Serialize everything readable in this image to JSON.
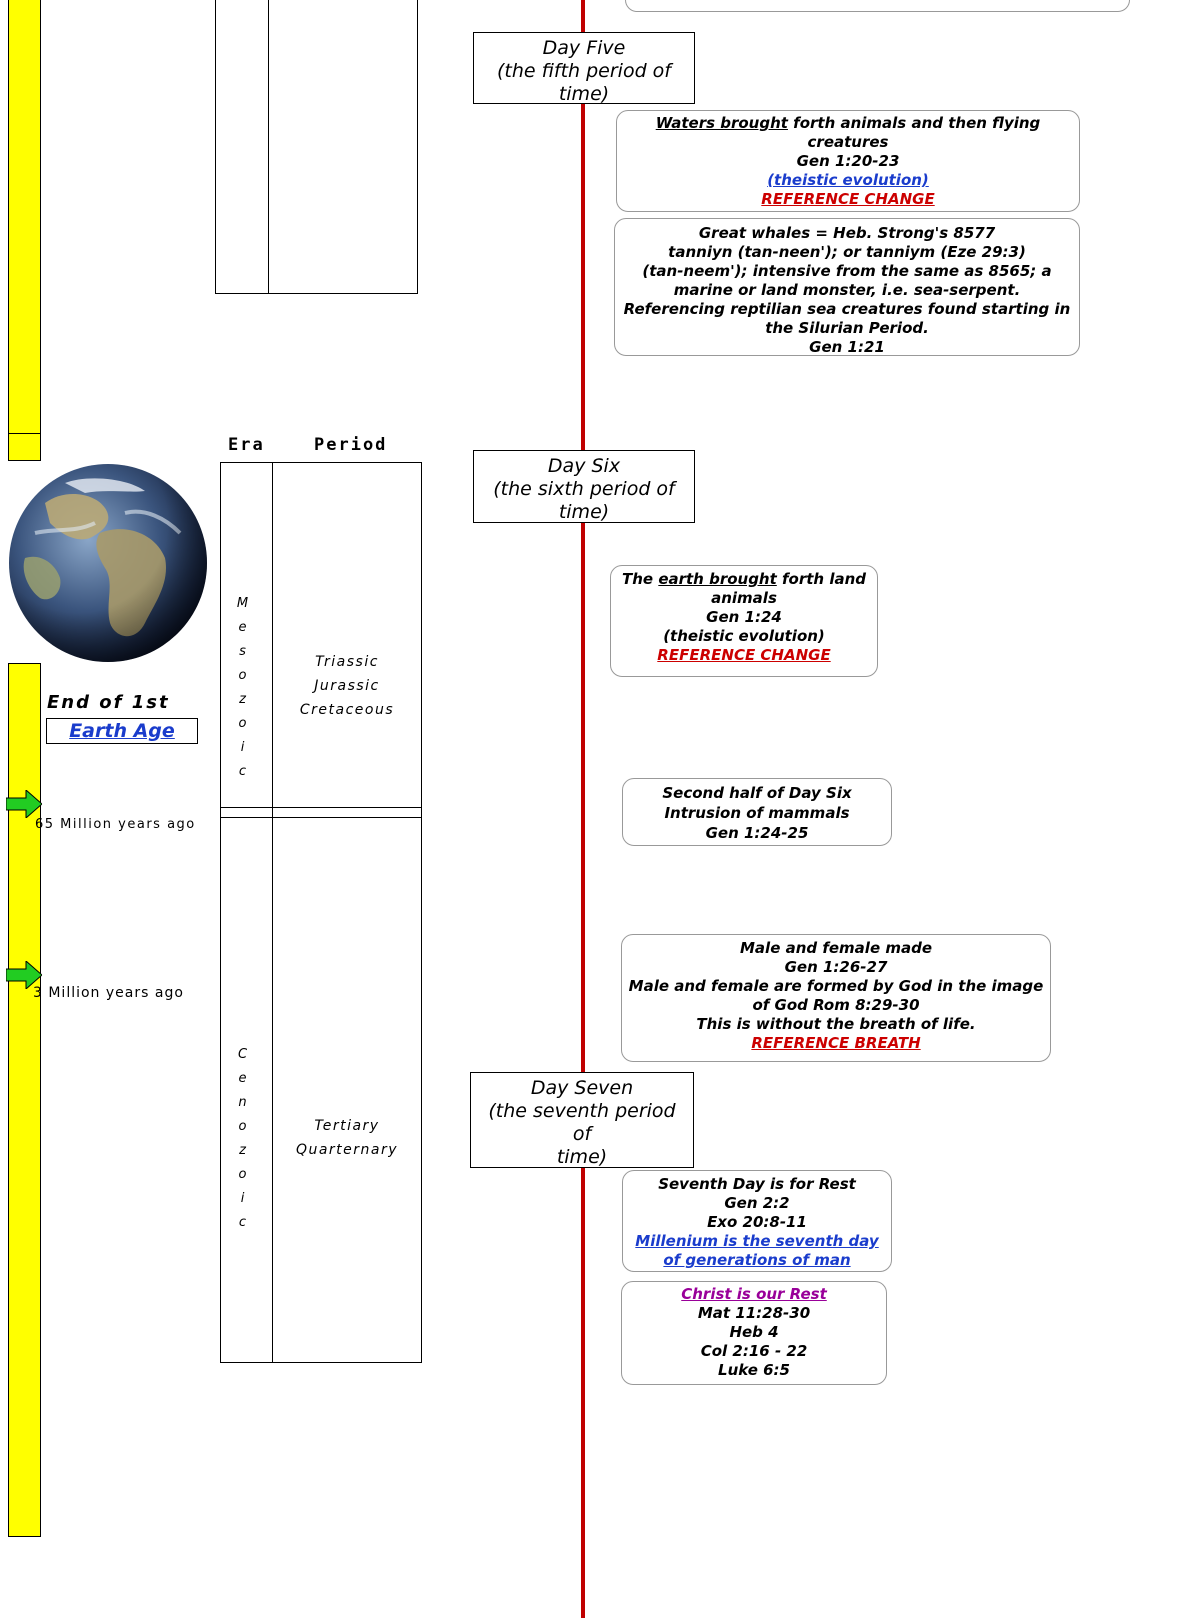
{
  "colors": {
    "timeline": "#ffff00",
    "redline": "#c00000",
    "link_blue": "#1a3ccc",
    "link_red": "#cc0000",
    "link_purple": "#990099",
    "arrow": "#22cc22"
  },
  "table": {
    "header_era": "Era",
    "header_period": "Period",
    "mesozoic_letters": [
      "M",
      "e",
      "s",
      "o",
      "z",
      "o",
      "i",
      "c"
    ],
    "mesozoic_periods": [
      "Triassic",
      "Jurassic",
      "Cretaceous"
    ],
    "cenozoic_letters": [
      "C",
      "e",
      "n",
      "o",
      "z",
      "o",
      "i",
      "c"
    ],
    "cenozoic_periods": [
      "Tertiary",
      "Quarternary"
    ]
  },
  "earth": {
    "end_label": "End of 1st",
    "link_label": "Earth Age",
    "image": "earth-globe"
  },
  "markers": [
    {
      "label": "65 Million years ago"
    },
    {
      "label": "3 Million years ago"
    }
  ],
  "days": {
    "five": [
      "Day Five",
      "(the fifth period of",
      "time)"
    ],
    "six": [
      "Day  Six",
      "(the sixth period of",
      "time)"
    ],
    "seven": [
      "Day Seven",
      "(the seventh period",
      "of",
      "time)"
    ]
  },
  "notes": {
    "waters": {
      "link": "Waters brought",
      "rest1": " forth animals and then flying",
      "line2": "creatures",
      "line3": "Gen 1:20-23",
      "link2": "(theistic evolution)",
      "link3": "REFERENCE CHANGE"
    },
    "whales": [
      "Great whales = Heb. Strong's 8577",
      "tanniyn (tan-neen'); or tanniym (Eze 29:3)",
      "(tan-neem'); intensive from the same as 8565; a",
      "marine or land monster, i.e. sea-serpent.",
      "Referencing reptilian sea creatures found starting in",
      "the Silurian Period.",
      "Gen 1:21"
    ],
    "earth_brought": {
      "pre": "The ",
      "link": "earth brought",
      "rest1": " forth land",
      "line2": "animals",
      "line3": "Gen 1:24",
      "line4": "(theistic evolution)",
      "link2": "REFERENCE CHANGE"
    },
    "second_half": [
      "Second half of Day Six",
      "Intrusion of mammals",
      "Gen 1:24-25"
    ],
    "male_female": {
      "lines": [
        "Male and female made",
        "Gen 1:26-27",
        "Male and female are formed by God in the image",
        "of God Rom 8:29-30",
        "This is without the breath of life."
      ],
      "link": "REFERENCE BREATH"
    },
    "seventh_day": {
      "lines": [
        "Seventh Day is for Rest",
        "Gen 2:2",
        "Exo 20:8-11"
      ],
      "link1": "Millenium is the seventh day",
      "link2": "of generations of man"
    },
    "christ": {
      "link": "Christ is our Rest",
      "lines": [
        "Mat 11:28-30",
        "Heb 4",
        "Col 2:16 - 22",
        "Luke 6:5"
      ]
    }
  }
}
